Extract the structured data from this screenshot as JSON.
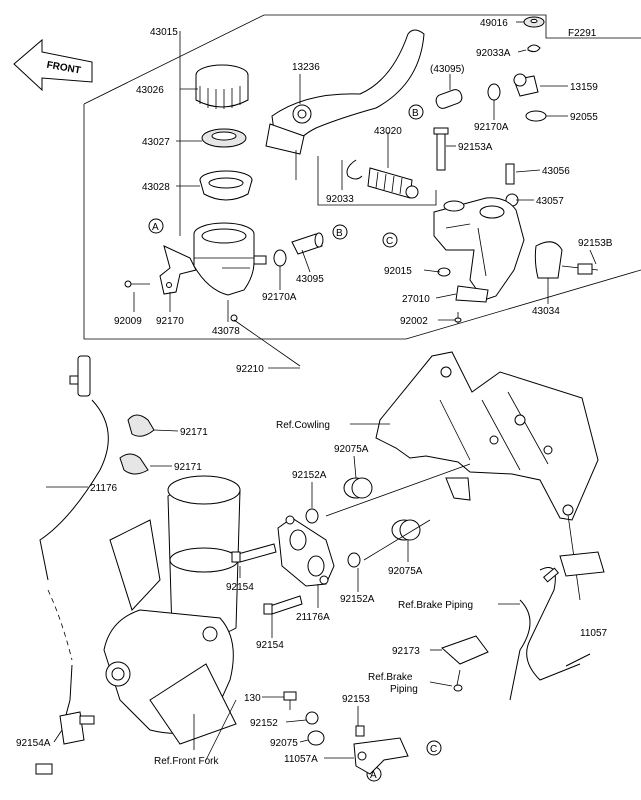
{
  "diagram": {
    "code": "F2291",
    "front_label": "FRONT",
    "refs": {
      "cowling": "Ref.Cowling",
      "brake_piping_1": "Ref.Brake Piping",
      "brake_piping_2_line1": "Ref.Brake",
      "brake_piping_2_line2": "Piping",
      "front_fork": "Ref.Front Fork"
    },
    "markers": {
      "a": "A",
      "b": "B",
      "c": "C"
    },
    "parts": {
      "p43015": "43015",
      "p43026": "43026",
      "p43027": "43027",
      "p43028": "43028",
      "p13236": "13236",
      "p43095_paren": "(43095)",
      "p49016": "49016",
      "p92033a": "92033A",
      "p13159": "13159",
      "p92055": "92055",
      "p92170a_top": "92170A",
      "p43020": "43020",
      "p92153a": "92153A",
      "p43056": "43056",
      "p92033": "92033",
      "p43057": "43057",
      "p92153b": "92153B",
      "p92015": "92015",
      "p43034": "43034",
      "p27010": "27010",
      "p92002": "92002",
      "p43095": "43095",
      "p92170a": "92170A",
      "p92009": "92009",
      "p92170": "92170",
      "p43078": "43078",
      "p92210": "92210",
      "p92171_1": "92171",
      "p92171_2": "92171",
      "p21176": "21176",
      "p92075a_1": "92075A",
      "p92152a_1": "92152A",
      "p92154_1": "92154",
      "p21176a": "21176A",
      "p92152a_2": "92152A",
      "p92075a_2": "92075A",
      "p92154_2": "92154",
      "p11057": "11057",
      "p92173": "92173",
      "p130": "130",
      "p92153": "92153",
      "p92152": "92152",
      "p92075": "92075",
      "p11057a": "11057A",
      "p92154a": "92154A"
    }
  }
}
